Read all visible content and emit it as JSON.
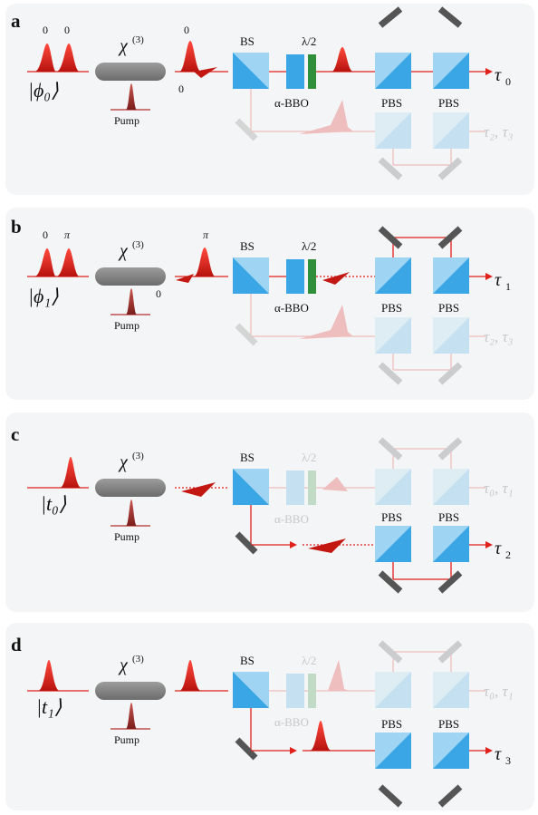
{
  "colors": {
    "panel_bg": "#f4f5f6",
    "pulse": "#e0201b",
    "pump": "#b0302c",
    "beam": "#e0201b",
    "cube": "#3aa6e6",
    "cube_light": "#9fd4f2",
    "mirror": "#555555",
    "crystal": "#8a8a8a",
    "plate_green": "#2f8f3a"
  },
  "labels": {
    "chi": "χ",
    "chi_sup": "(3)",
    "pump": "Pump",
    "bs": "BS",
    "half_wave": "λ/2",
    "bbo": "α-BBO",
    "pbs": "PBS",
    "phase_zero": "0",
    "phase_pi": "π"
  },
  "panels": [
    {
      "id": "a",
      "letter": "a",
      "state": "|ϕ₀⟩",
      "phases": [
        "0",
        "0"
      ],
      "out_phase_top": "0",
      "out_phase_left": "0",
      "output_main": "τ",
      "output_main_sub": "0",
      "output_faint": "τ₂, τ₃"
    },
    {
      "id": "b",
      "letter": "b",
      "state": "|ϕ₁⟩",
      "phases": [
        "0",
        "π"
      ],
      "out_phase_top": "π",
      "out_phase_left": "0",
      "output_main": "τ",
      "output_main_sub": "1",
      "output_faint": "τ₂, τ₃"
    },
    {
      "id": "c",
      "letter": "c",
      "state": "|t₀⟩",
      "output_main": "τ",
      "output_main_sub": "2",
      "output_faint": "τ₀, τ₁"
    },
    {
      "id": "d",
      "letter": "d",
      "state": "|t₁⟩",
      "output_main": "τ",
      "output_main_sub": "3",
      "output_faint": "τ₀, τ₁"
    }
  ]
}
